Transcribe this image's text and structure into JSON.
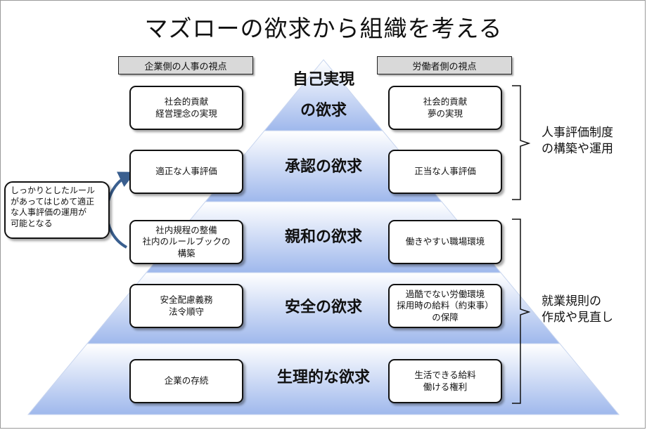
{
  "title": "マズローの欲求から組織を考える",
  "headers": {
    "left": "企業側の人事の視点",
    "right": "労働者側の視点"
  },
  "levels": [
    {
      "line1": "自己実現",
      "line2": "の欲求",
      "left": "社会的貢献\n経営理念の実現",
      "right": "社会的貢献\n夢の実現"
    },
    {
      "line1": "承認の欲求",
      "line2": "",
      "left": "適正な人事評価",
      "right": "正当な人事評価"
    },
    {
      "line1": "親和の欲求",
      "line2": "",
      "left": "社内規程の整備\n社内のルールブックの\n構築",
      "right": "働きやすい職場環境"
    },
    {
      "line1": "安全の欲求",
      "line2": "",
      "left": "安全配慮義務\n法令順守",
      "right": "過酷でない労働環境\n採用時の給料（約束事）\nの保障"
    },
    {
      "line1": "生理的な欲求",
      "line2": "",
      "left": "企業の存続",
      "right": "生活できる給料\n働ける権利"
    }
  ],
  "callout": "しっかりとしたルール\nがあってはじめて適正\nな人事評価の運用が\n可能となる",
  "brackets": {
    "upper": "人事評価制度\nの構築や運用",
    "lower": "就業規則の\n作成や見直し"
  },
  "colors": {
    "pyramid_top": "#ffffff",
    "pyramid_bottom": "#9fb8ec",
    "arrow": "#3a5f8f",
    "header_fill": "#d9d9d9"
  }
}
